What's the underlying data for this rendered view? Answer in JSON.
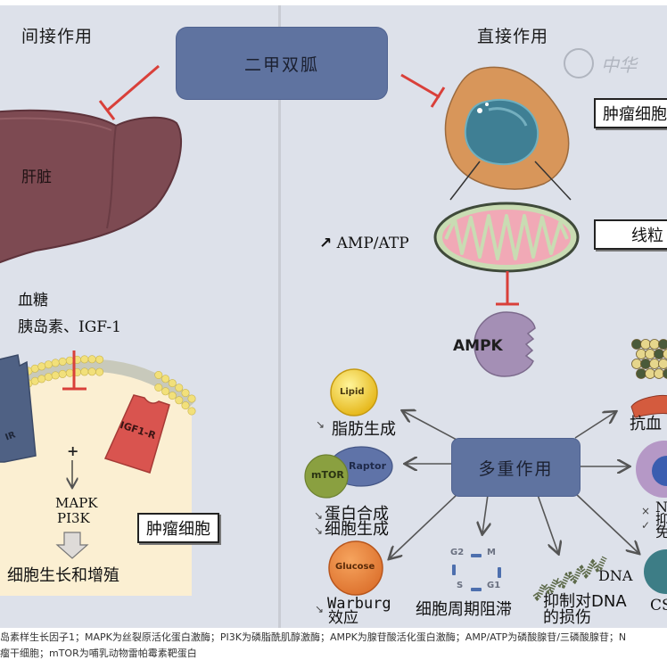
{
  "diagram": {
    "left_title": "间接作用",
    "right_title": "直接作用",
    "drug": "二甲双胍",
    "liver_label": "肝脏",
    "blood_labels": [
      "血糖",
      "胰岛素、IGF-1"
    ],
    "receptors": {
      "ir": "IR",
      "igf1r": "IGF1-R"
    },
    "plus_sign": "+",
    "signaling": [
      "MAPK",
      "PI3K"
    ],
    "tumor_cell_left": "肿瘤细胞",
    "growth_label": "细胞生长和增殖",
    "tumor_cell_right": "肿瘤细胞",
    "mito_label": "线粒",
    "amp_atp": "AMP/ATP",
    "amp_atp_arrow": "↗",
    "ampk": "AMPK",
    "multi_effect": "多重作用",
    "effects": {
      "lipid": {
        "icon_text": "Lipid",
        "arrow": "↘",
        "label": "脂肪生成"
      },
      "mtor": {
        "mtor_text": "mTOR",
        "raptor_text": "Raptor",
        "arrow": "↘",
        "labels": [
          "蛋白合成",
          "细胞生成"
        ]
      },
      "glucose": {
        "icon_text": "Glucose",
        "arrow": "↘",
        "labels": [
          "Warburg",
          "效应"
        ]
      },
      "cell_cycle": {
        "phases": [
          "G2",
          "M",
          "G1",
          "S"
        ],
        "label": "细胞周期阻滞"
      },
      "dna": {
        "icon_text": "DNA",
        "labels": [
          "抑制对DNA",
          "的损伤"
        ]
      },
      "csc": {
        "label": "CS"
      },
      "nk": {
        "marks": [
          "×",
          "✓"
        ],
        "labels": [
          "NI",
          "抑",
          "免"
        ]
      },
      "angio": {
        "label": "抗血"
      }
    },
    "watermark": "中华"
  },
  "caption": {
    "line1": "岛素样生长因子1；MAPK为丝裂原活化蛋白激酶；PI3K为磷脂酰肌醇激酶；AMPK为腺苷酸活化蛋白激酶；AMP/ATP为磷酸腺苷/三磷酸腺苷；N",
    "line2": "瘤干细胞；mTOR为哺乳动物雷帕霉素靶蛋白"
  },
  "colors": {
    "background": "#dde1ea",
    "drug_box": "#5f73a0",
    "inhibit_arrow": "#d9403a",
    "liver": "#7d4a52",
    "tumor_cell": "#d8965a",
    "nucleus": "#3f7f94",
    "ampk": "#a48fb5",
    "lipid": "#f0cc2e",
    "glucose": "#e88437",
    "mtor": "#8aa040",
    "raptor": "#5f73a8",
    "cell_interior": "#fbefd2",
    "ir": "#4f6184",
    "igf1r": "#d9544f"
  }
}
